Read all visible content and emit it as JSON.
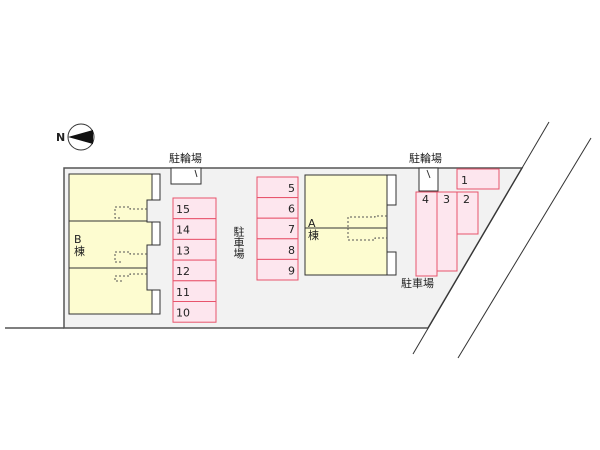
{
  "compass": {
    "label": "N"
  },
  "labels": {
    "bike_parking_left": "駐輪場",
    "bike_parking_right": "駐輪場",
    "car_parking_center": "駐車場",
    "car_parking_right": "駐車場",
    "building_a": "A\n棟",
    "building_b": "B\n棟"
  },
  "parking_spaces": {
    "left_column": [
      "15",
      "14",
      "13",
      "12",
      "11",
      "10"
    ],
    "middle_column": [
      "5",
      "6",
      "7",
      "8",
      "9"
    ],
    "right_group": [
      "1",
      "2",
      "3",
      "4"
    ]
  },
  "colors": {
    "lot": "#f2f2f2",
    "building": "#fdfcd0",
    "parking_fill": "#fde6ee",
    "parking_stroke": "#e8546c"
  }
}
